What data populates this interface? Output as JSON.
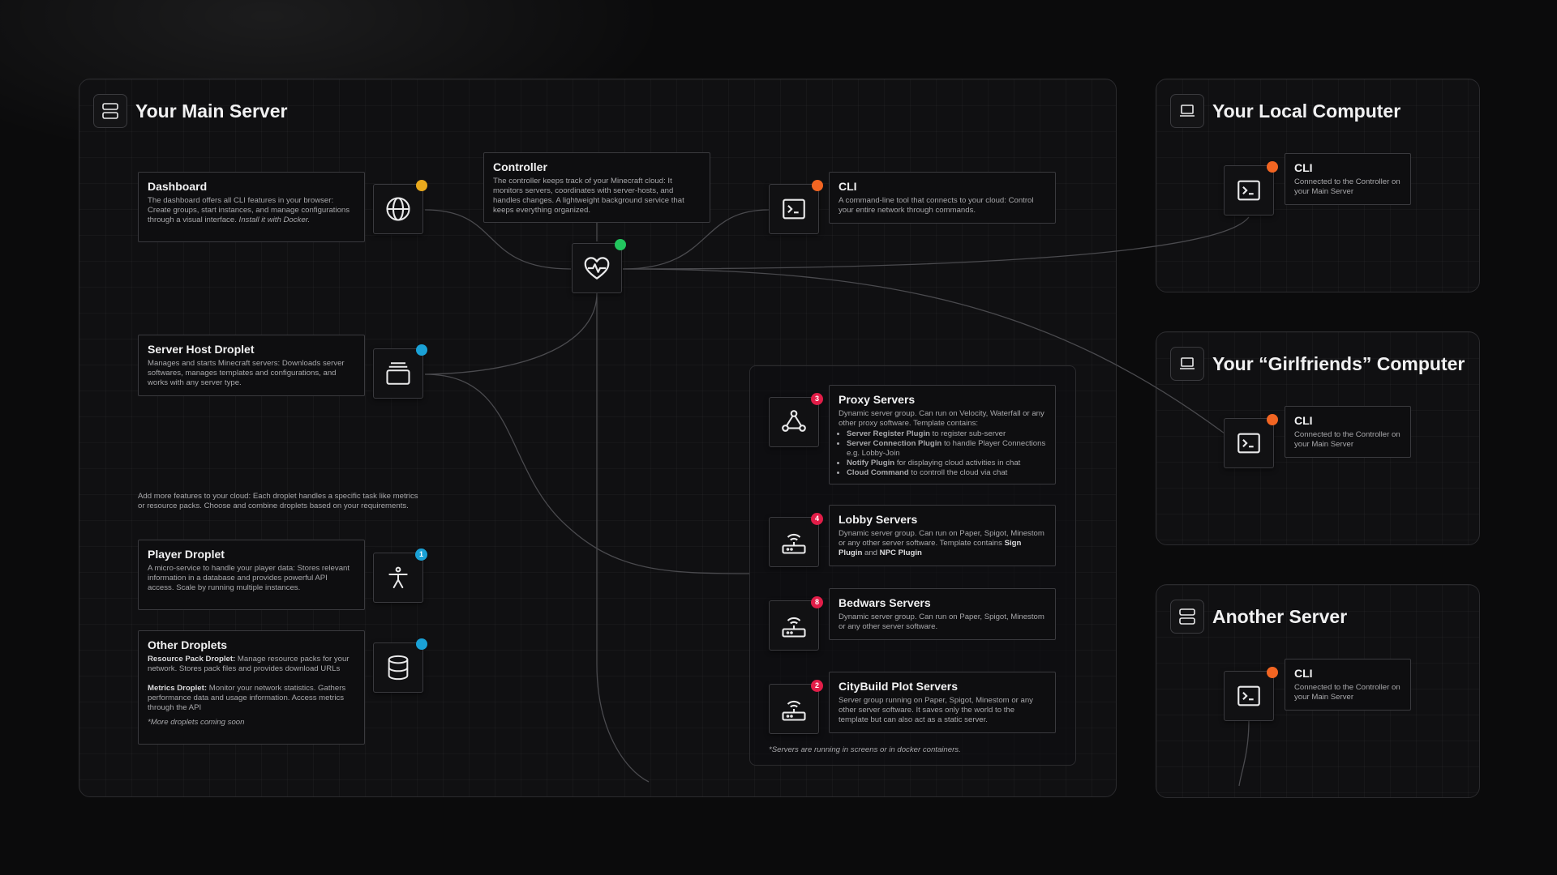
{
  "colors": {
    "dot_yellow": "#e9a91d",
    "dot_orange": "#f26522",
    "dot_green": "#22c55e",
    "dot_blue": "#1aa1d6",
    "badge_red": "#e21d48"
  },
  "main_server": {
    "title": "Your Main Server",
    "icon": "server-icon",
    "dashboard": {
      "title": "Dashboard",
      "desc": "The dashboard offers all CLI features in your browser: Create groups, start instances, and manage configurations through a visual interface.",
      "desc_italic": "Install it with Docker.",
      "icon": "globe-icon"
    },
    "controller": {
      "title": "Controller",
      "desc": "The controller keeps track of your Minecraft cloud: It monitors servers, coordinates with server-hosts, and handles changes. A lightweight background service that keeps everything organized.",
      "icon": "heart-pulse-icon"
    },
    "cli": {
      "title": "CLI",
      "desc": "A command-line tool that connects to your cloud: Control your entire network through commands.",
      "icon": "terminal-icon"
    },
    "server_host": {
      "title": "Server Host Droplet",
      "desc": "Manages and starts Minecraft servers: Downloads server softwares, manages templates and configurations, and works with any server type.",
      "icon": "stack-icon"
    },
    "droplets_note": "Add more features to your cloud: Each droplet handles a specific task like metrics or resource packs. Choose and combine droplets based on your requirements.",
    "player_droplet": {
      "title": "Player Droplet",
      "desc": "A micro-service to handle your player data: Stores relevant information in a database and provides powerful API access. Scale by running multiple instances.",
      "badge": "1",
      "icon": "person-icon"
    },
    "other_droplets": {
      "title": "Other Droplets",
      "rp_label": "Resource Pack Droplet:",
      "rp_text": "Manage resource packs for your network. Stores pack files and provides download URLs",
      "metrics_label": "Metrics Droplet:",
      "metrics_text": "Monitor your network statistics. Gathers performance data and usage information. Access metrics through the API",
      "more": "*More droplets coming soon",
      "icon": "database-icon"
    },
    "groups": {
      "footnote": "*Servers are running in screens or in docker containers.",
      "proxy": {
        "title": "Proxy Servers",
        "badge": "3",
        "desc": "Dynamic server group. Can run on Velocity, Waterfall or any other proxy software. Template contains:",
        "items": [
          {
            "bold": "Server Register Plugin",
            "text": " to register sub-server"
          },
          {
            "bold": "Server Connection Plugin",
            "text": " to handle Player Connections e.g. Lobby-Join"
          },
          {
            "bold": "Notify Plugin",
            "text": " for displaying cloud activities in chat"
          },
          {
            "bold": "Cloud Command",
            "text": " to controll the cloud via chat"
          }
        ],
        "icon": "share-nodes-icon"
      },
      "lobby": {
        "title": "Lobby Servers",
        "badge": "4",
        "desc_pre": "Dynamic server group. Can run on Paper, Spigot, Minestom or any other server software. Template contains ",
        "b1": "Sign Plugin",
        "mid": " and ",
        "b2": "NPC Plugin",
        "icon": "router-icon"
      },
      "bedwars": {
        "title": "Bedwars Servers",
        "badge": "8",
        "desc": "Dynamic server group. Can run on Paper, Spigot, Minestom or any other server software.",
        "icon": "router-icon"
      },
      "citybuild": {
        "title": "CityBuild Plot Servers",
        "badge": "2",
        "desc": "Server group running on Paper, Spigot, Minestom or any other server software. It saves only the world to the template but can also act as a static server.",
        "icon": "router-icon"
      }
    }
  },
  "local_computer": {
    "title": "Your Local Computer",
    "icon": "laptop-icon",
    "cli": {
      "title": "CLI",
      "desc": "Connected to the Controller on your Main Server"
    }
  },
  "girlfriend_computer": {
    "title": "Your “Girlfriends” Computer",
    "icon": "laptop-icon",
    "cli": {
      "title": "CLI",
      "desc": "Connected to the Controller on your Main Server"
    }
  },
  "another_server": {
    "title": "Another Server",
    "icon": "server-icon",
    "cli": {
      "title": "CLI",
      "desc": "Connected to the Controller on your Main Server"
    }
  }
}
